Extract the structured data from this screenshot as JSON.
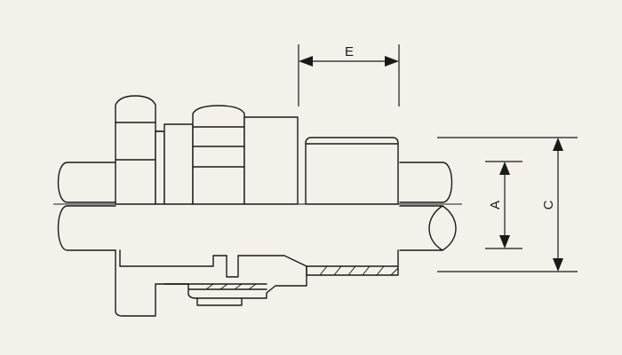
{
  "colors": {
    "background": "#f4f1ea",
    "line": "#1a1a1a"
  },
  "dimensions": {
    "E": "E",
    "A": "A",
    "C": "C"
  }
}
